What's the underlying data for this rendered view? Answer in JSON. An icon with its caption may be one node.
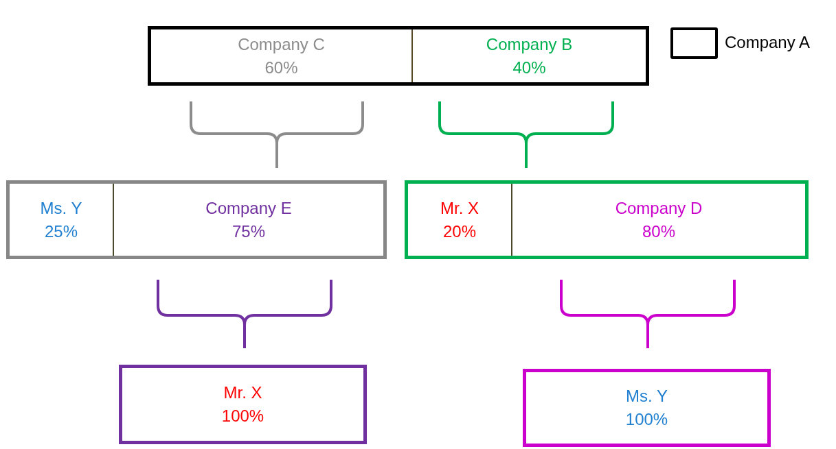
{
  "diagram": {
    "nodes": [
      {
        "text": [],
        "shape": "box"
      },
      {
        "text": [
          "Company C",
          "60%"
        ],
        "in": 0
      },
      {
        "text": [
          "Company B",
          "40%"
        ],
        "in": 0
      },
      {
        "text": [],
        "shape": "box"
      },
      {
        "text": [
          "Ms. Y",
          "25%"
        ],
        "in": 3
      },
      {
        "text": [
          "Company E",
          "75%"
        ],
        "in": 3
      },
      {
        "text": [],
        "shape": "box"
      },
      {
        "text": [
          "Mr. X",
          "20%"
        ],
        "in": 6
      },
      {
        "text": [
          "Company D",
          "80%"
        ],
        "in": 6
      },
      {
        "text": [
          "Mr. X",
          "100%"
        ]
      },
      {
        "text": [
          "Ms. Y",
          "100%"
        ]
      }
    ],
    "edges": [],
    "legend": [
      {
        "text": "Company A"
      }
    ]
  }
}
